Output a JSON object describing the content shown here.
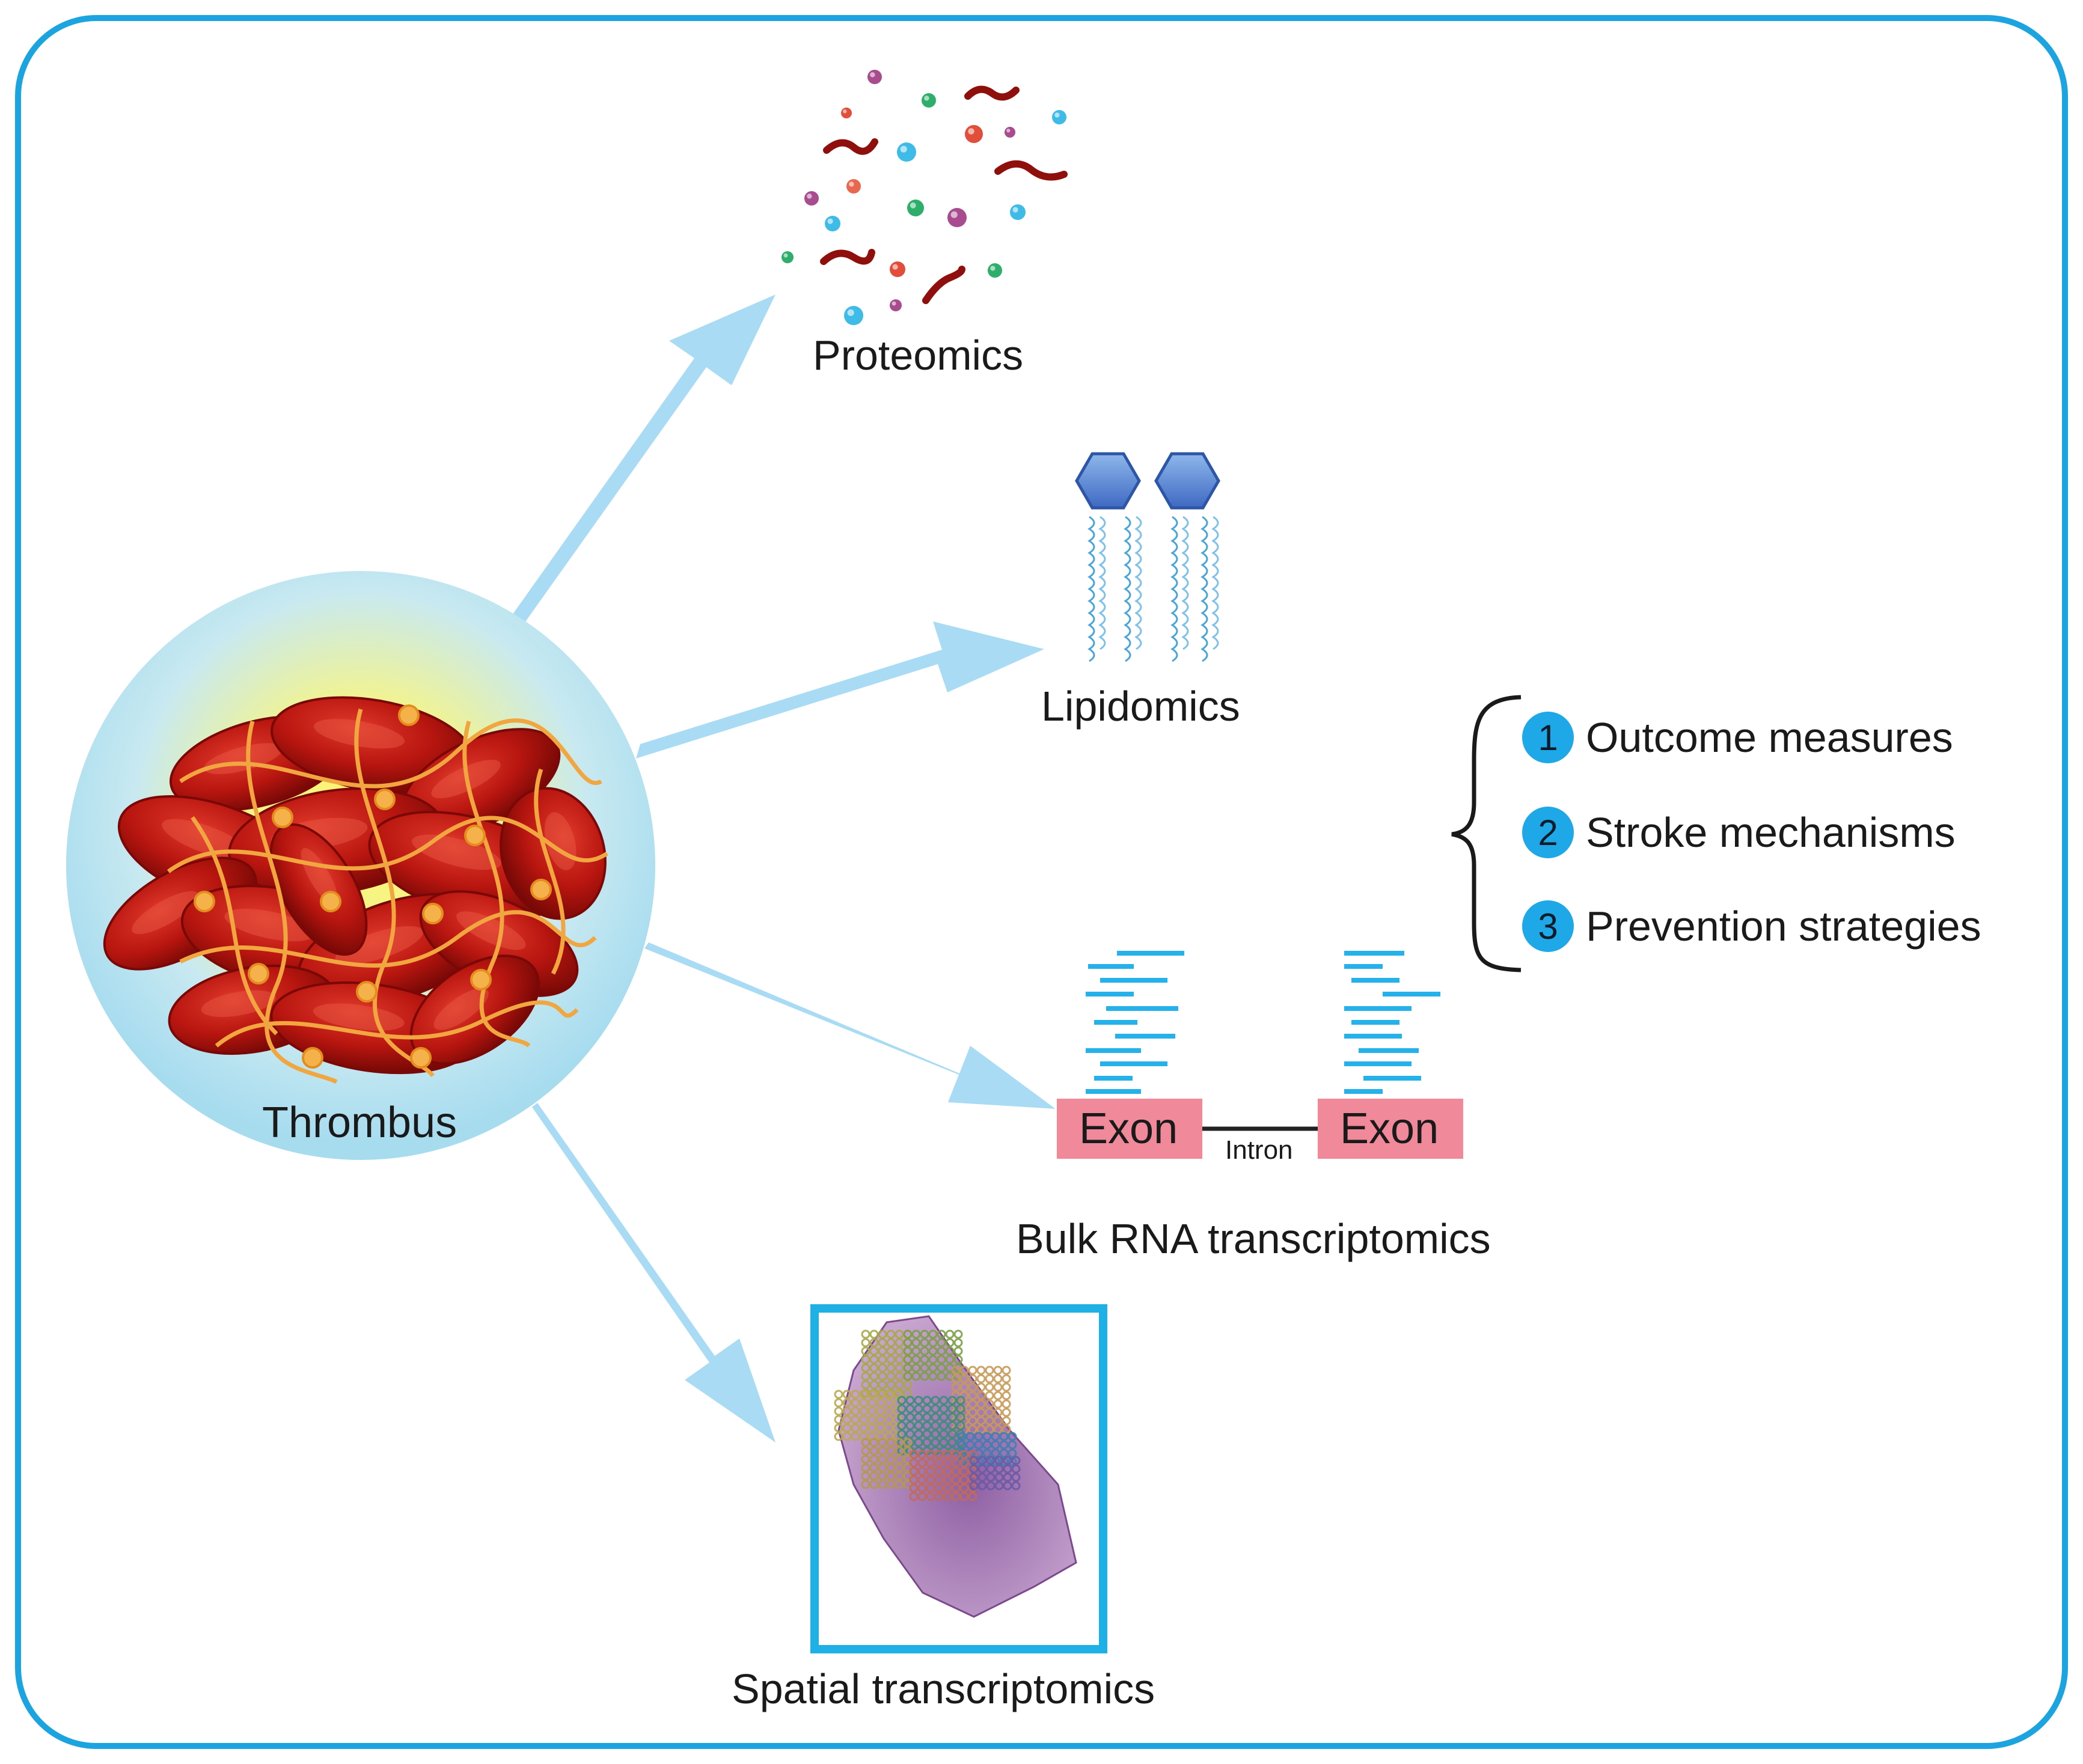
{
  "nodes": {
    "thrombus": "Thrombus",
    "proteomics": "Proteomics",
    "lipidomics": "Lipidomics",
    "bulk_rna": "Bulk RNA transcriptomics",
    "spatial": "Spatial transcriptomics"
  },
  "gene": {
    "exon_left": "Exon",
    "exon_right": "Exon",
    "intron": "Intron"
  },
  "outcomes": [
    {
      "num": "1",
      "label": "Outcome measures"
    },
    {
      "num": "2",
      "label": "Stroke mechanisms"
    },
    {
      "num": "3",
      "label": "Prevention strategies"
    }
  ],
  "colors": {
    "frame": "#1ba4df",
    "arrow": "#a9dcf4",
    "exon": "#f08a9b",
    "read": "#27b1ea",
    "badge": "#1fa8e8",
    "rbc": "#b0120e",
    "fibrin": "#f2a640"
  }
}
